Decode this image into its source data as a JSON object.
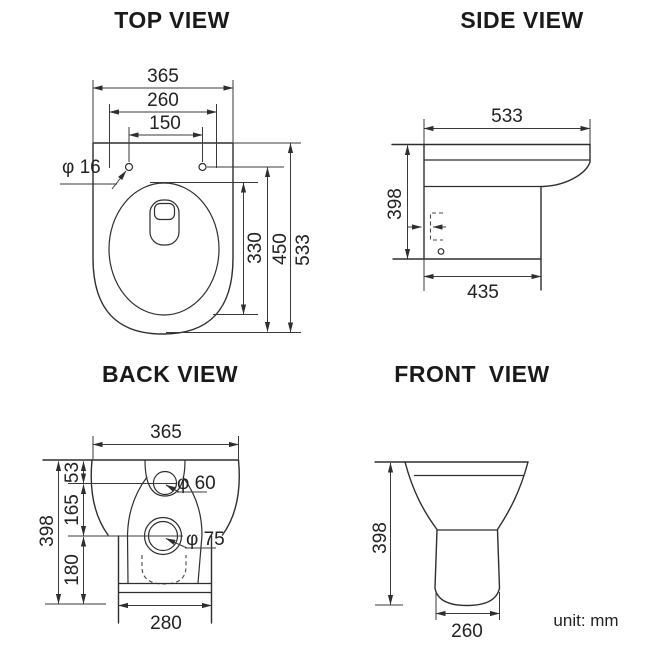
{
  "drawing": {
    "unit_label": "unit: mm",
    "colors": {
      "line": "#2e2e2e",
      "background": "#ffffff",
      "text": "#222222"
    },
    "views": {
      "top": {
        "title": "TOP VIEW",
        "d365": "365",
        "d260": "260",
        "d150": "150",
        "dphi16": "φ 16",
        "d330": "330",
        "d450": "450",
        "d533": "533"
      },
      "side": {
        "title": "SIDE VIEW",
        "d533": "533",
        "d398": "398",
        "d435": "435"
      },
      "back": {
        "title": "BACK VIEW",
        "d365": "365",
        "d53": "53",
        "d165": "165",
        "d180": "180",
        "d398": "398",
        "d280": "280",
        "dphi60": "φ 60",
        "dphi75": "φ 75"
      },
      "front": {
        "title": "FRONT VIEW",
        "d398": "398",
        "d260": "260"
      }
    }
  }
}
